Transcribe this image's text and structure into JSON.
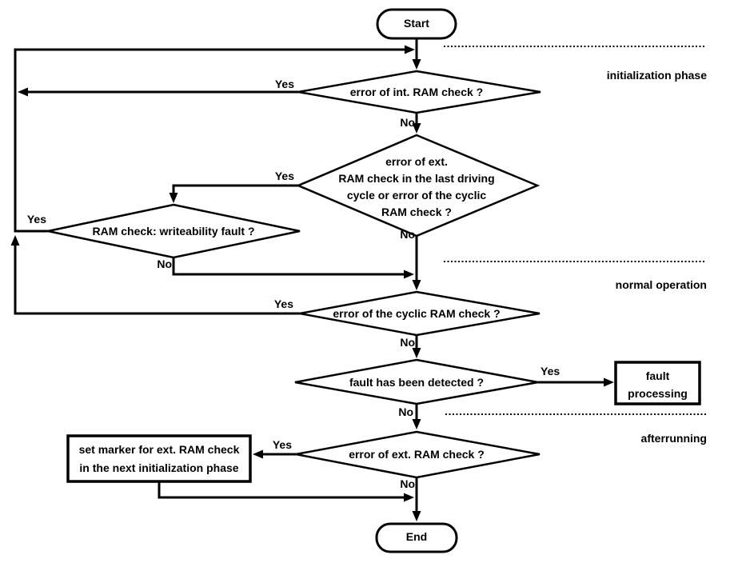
{
  "title": "RAM check flowchart",
  "colors": {
    "line": "#000000",
    "background": "#ffffff",
    "text": "#000000"
  },
  "nodes": {
    "start": {
      "type": "terminator",
      "label": "Start"
    },
    "int_ram_check": {
      "type": "decision",
      "label": "error of int. RAM check ?"
    },
    "ext_ram_last_cycle": {
      "type": "decision",
      "lines": [
        "error of ext.",
        "RAM check in the last driving",
        "cycle or error of the cyclic",
        "RAM check ?"
      ]
    },
    "writeability": {
      "type": "decision",
      "label": "RAM check: writeability fault ?"
    },
    "cyclic_ram_check": {
      "type": "decision",
      "label": "error of the cyclic RAM check ?"
    },
    "fault_detected": {
      "type": "decision",
      "label": "fault has been detected ?"
    },
    "fault_processing": {
      "type": "process",
      "lines": [
        "fault",
        "processing"
      ]
    },
    "ext_ram_check": {
      "type": "decision",
      "label": "error of ext. RAM check ?"
    },
    "set_marker": {
      "type": "process",
      "lines": [
        "set marker for ext. RAM check",
        "in the next initialization phase"
      ]
    },
    "end": {
      "type": "terminator",
      "label": "End"
    }
  },
  "branch_labels": {
    "yes": "Yes",
    "no": "No"
  },
  "phases": {
    "initialization": "initialization phase",
    "normal": "normal operation",
    "afterrunning": "afterrunning"
  },
  "edges": [
    {
      "from": "start",
      "to": "int_ram_check",
      "label": ""
    },
    {
      "from": "int_ram_check",
      "to": "int_ram_check",
      "label": "Yes"
    },
    {
      "from": "int_ram_check",
      "to": "ext_ram_last_cycle",
      "label": "No"
    },
    {
      "from": "ext_ram_last_cycle",
      "to": "writeability",
      "label": "Yes"
    },
    {
      "from": "ext_ram_last_cycle",
      "to": "cyclic_ram_check",
      "label": "No"
    },
    {
      "from": "writeability",
      "to": "int_ram_check",
      "label": "Yes"
    },
    {
      "from": "writeability",
      "to": "cyclic_ram_check",
      "label": "No"
    },
    {
      "from": "cyclic_ram_check",
      "to": "int_ram_check",
      "label": "Yes"
    },
    {
      "from": "cyclic_ram_check",
      "to": "fault_detected",
      "label": "No"
    },
    {
      "from": "fault_detected",
      "to": "fault_processing",
      "label": "Yes"
    },
    {
      "from": "fault_detected",
      "to": "ext_ram_check",
      "label": "No"
    },
    {
      "from": "ext_ram_check",
      "to": "set_marker",
      "label": "Yes"
    },
    {
      "from": "ext_ram_check",
      "to": "end",
      "label": "No"
    },
    {
      "from": "set_marker",
      "to": "end",
      "label": ""
    }
  ]
}
